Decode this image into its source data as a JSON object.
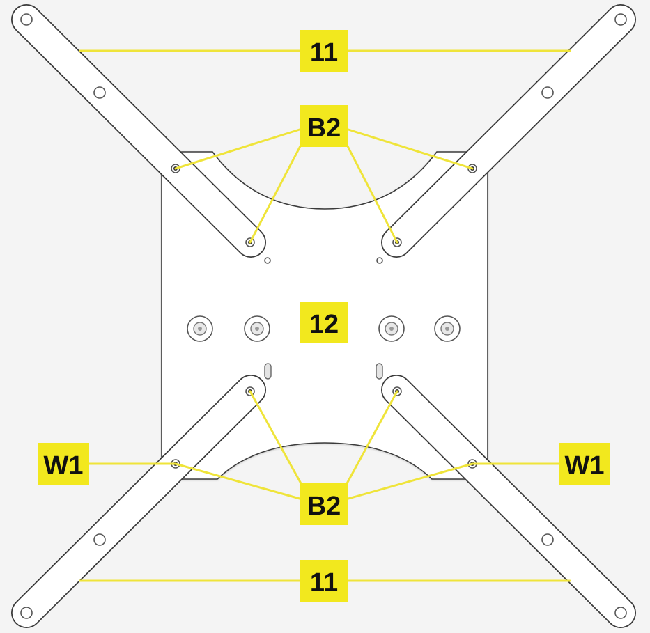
{
  "labels": {
    "arm_top": "11",
    "arm_bottom": "11",
    "bolt_top": "B2",
    "bolt_bottom": "B2",
    "plate": "12",
    "washer_left": "W1",
    "washer_right": "W1"
  },
  "colors": {
    "label_fill": "#f2e81e",
    "leader_line": "#efe43a",
    "background": "#f4f4f4",
    "part_fill": "#ffffff",
    "part_outline": "#3a3a3a"
  }
}
